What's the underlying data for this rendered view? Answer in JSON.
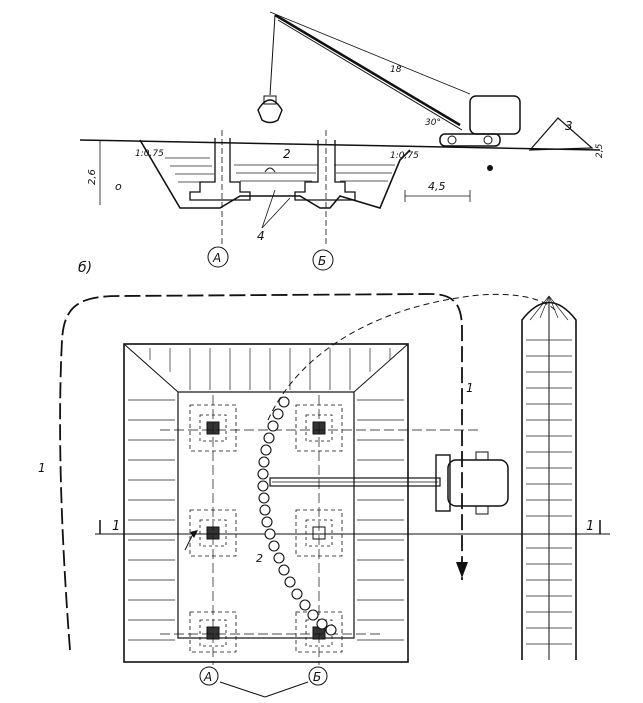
{
  "section_a": {
    "crane_labels": {
      "boom_length": "18",
      "boom_angle": "30°"
    },
    "dimensions": {
      "left_depth": "2,6",
      "slope_left": "1:0,75",
      "slope_right": "1:0,75",
      "offset": "4,5",
      "right_height": "2,5"
    },
    "callouts": {
      "num_2": "2",
      "num_3": "3",
      "num_4": "4"
    },
    "axes": [
      "А",
      "Б"
    ]
  },
  "part_b_label": "б)",
  "plan": {
    "route_label": "1",
    "route_label_left": "1",
    "section_marks": [
      "1",
      "1"
    ],
    "path_label": "2",
    "axes": [
      "А",
      "Б"
    ]
  }
}
